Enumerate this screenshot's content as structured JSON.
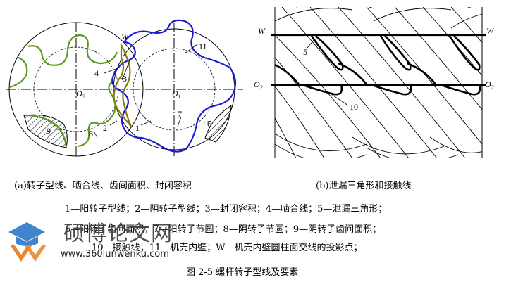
{
  "figure_a": {
    "labels": {
      "W": "W",
      "O2": "O",
      "O2_sub": "2",
      "O1": "O",
      "O1_sub": "1",
      "n1": "1",
      "n2": "2",
      "n3": "3",
      "n4": "4",
      "n6": "6",
      "n7": "7",
      "n8": "8",
      "n9": "9",
      "n11": "11"
    },
    "caption": "(a)转子型线、啮合线、齿间面积、封闭容积"
  },
  "figure_b": {
    "labels": {
      "W_left": "W",
      "W_right": "W",
      "O2_left": "O",
      "O2_left_sub": "2",
      "O2_right": "O",
      "O2_right_sub": "2",
      "n5": "5",
      "n10": "10"
    },
    "caption": "(b)泄漏三角形和接触线"
  },
  "legend": {
    "line1": "1—阳转子型线；2—阴转子型线；3—封闭容积；4—啮合线；5—泄漏三角形；",
    "line2": "6—阳转子齿间面积；7—阳转子节圆；8—阴转子节圆；9—阴转子齿间面积；",
    "line3": "10—接触线；11—机壳内壁；W—机壳内壁圆柱面交线的投影点；"
  },
  "figure_title": "图 2-5 螺杆转子型线及要素",
  "watermark": {
    "text": "硕博论文网",
    "url": "www.360lunwenku.com"
  },
  "colors": {
    "female_rotor": "#5a9a1a",
    "male_rotor": "#1a1ad0",
    "mesh_line": "#8a7a10",
    "watermark_orange": "#e87a1c",
    "watermark_blue": "#2a78c8"
  }
}
